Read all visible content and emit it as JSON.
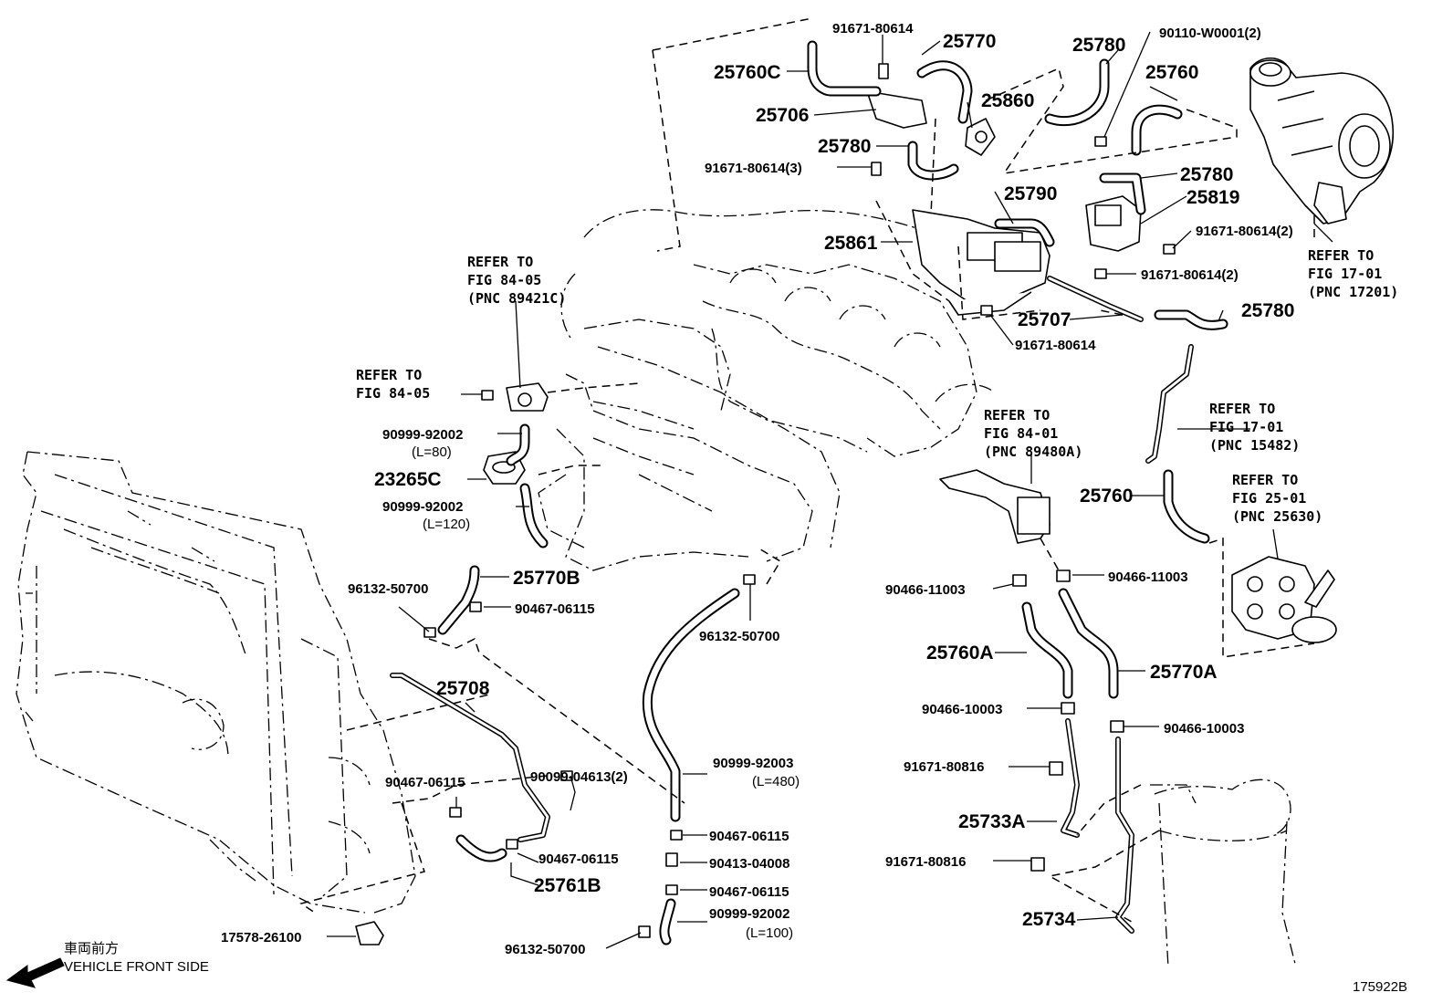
{
  "labels": {
    "p91671_80614_top": "91671-80614",
    "p25770": "25770",
    "p25780_top": "25780",
    "p90110": "90110-W0001(2)",
    "p25760C": "25760C",
    "p25760_top": "25760",
    "p25706": "25706",
    "p25860": "25860",
    "p25780_mid": "25780",
    "p91671_80614_3": "91671-80614(3)",
    "p25790": "25790",
    "p25780_r": "25780",
    "p25819": "25819",
    "p25861": "25861",
    "p91671_80614_2a": "91671-80614(2)",
    "p91671_80614_2b": "91671-80614(2)",
    "p25707": "25707",
    "p25780_lower": "25780",
    "p91671_80614_b": "91671-80614",
    "p90999_92002_a": "90999-92002",
    "p90999_92002_a_len": "(L=80)",
    "p23265C": "23265C",
    "p90999_92002_b": "90999-92002",
    "p90999_92002_b_len": "(L=120)",
    "p25760": "25760",
    "p96132_50700_a": "96132-50700",
    "p25770B": "25770B",
    "p90467_06115_a": "90467-06115",
    "p96132_50700_b": "96132-50700",
    "p90466_11003_a": "90466-11003",
    "p90466_11003_b": "90466-11003",
    "p25708": "25708",
    "p25760A": "25760A",
    "p25770A": "25770A",
    "p90466_10003_a": "90466-10003",
    "p90466_10003_b": "90466-10003",
    "p90099_04613": "90099-04613(2)",
    "p90467_06115_b": "90467-06115",
    "p90999_92003": "90999-92003",
    "p90999_92003_len": "(L=480)",
    "p91671_80816_a": "91671-80816",
    "p25733A": "25733A",
    "p90467_06115_c": "90467-06115",
    "p90467_06115_d": "90467-06115",
    "p90413_04008": "90413-04008",
    "p25761B": "25761B",
    "p90467_06115_e": "90467-06115",
    "p91671_80816_b": "91671-80816",
    "p90999_92002_c": "90999-92002",
    "p90999_92002_c_len": "(L=100)",
    "p25734": "25734",
    "p17578_26100": "17578-26100",
    "p96132_50700_c": "96132-50700"
  },
  "refs": {
    "r1": [
      "REFER TO",
      "FIG 84-05",
      "(PNC 89421C)"
    ],
    "r2": [
      "REFER TO",
      "FIG 84-05"
    ],
    "r3": [
      "REFER TO",
      "FIG 17-01",
      "(PNC 17201)"
    ],
    "r4": [
      "REFER TO",
      "FIG 84-01",
      "(PNC 89480A)"
    ],
    "r5": [
      "REFER TO",
      "FIG 17-01",
      "(PNC 15482)"
    ],
    "r6": [
      "REFER TO",
      "FIG 25-01",
      "(PNC 25630)"
    ]
  },
  "footer": {
    "vehicle_front_jp": "車両前方",
    "vehicle_front_en": "VEHICLE FRONT SIDE",
    "figure_id": "175922B"
  }
}
